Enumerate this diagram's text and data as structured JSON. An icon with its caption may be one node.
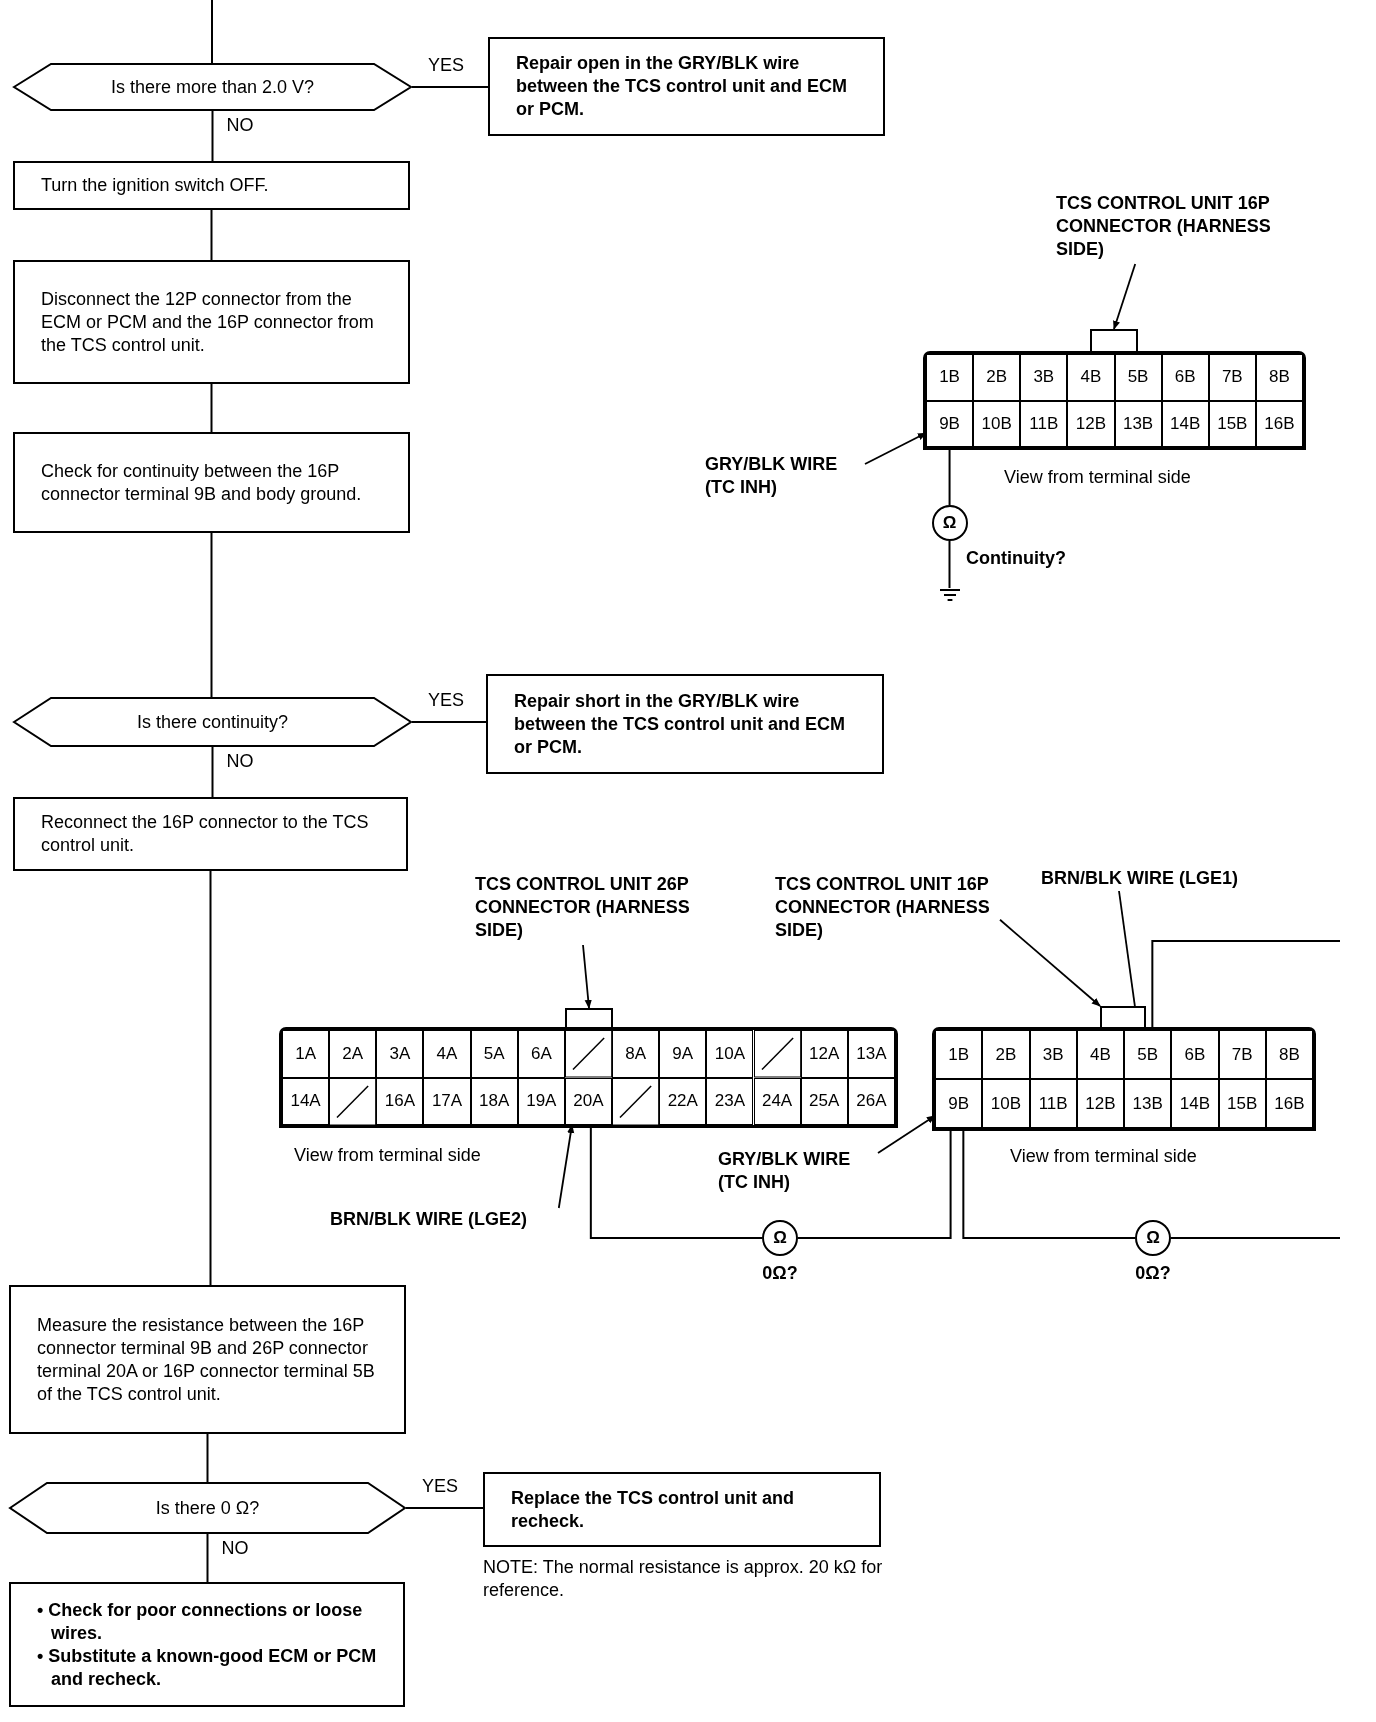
{
  "diagram": {
    "nodes": [
      {
        "text": [
          "Is there more than 2.0 V?"
        ]
      },
      {
        "text": [
          "Repair open in the GRY/BLK wire between the TCS control unit and ECM or PCM."
        ]
      },
      {
        "text": [
          "Turn the ignition switch OFF."
        ]
      },
      {
        "text": [
          "Disconnect the 12P connector from the ECM or PCM and the 16P connector from the TCS control unit."
        ]
      },
      {
        "text": [
          "Check for continuity between the 16P connector terminal 9B and body ground."
        ]
      },
      {
        "text": [
          "Is there continuity?"
        ]
      },
      {
        "text": [
          "Repair short in the GRY/BLK wire between the TCS control unit and ECM or PCM."
        ]
      },
      {
        "text": [
          "Reconnect the 16P connector to the TCS control unit."
        ]
      },
      {
        "text": [
          "Measure the resistance between the 16P connector terminal 9B and 26P connector terminal 20A or 16P connector terminal 5B of the TCS control unit."
        ]
      },
      {
        "text": [
          "Is there 0 Ω?"
        ]
      },
      {
        "text": [
          "Replace the TCS control unit and recheck."
        ],
        "beside": [
          "NOTE: The normal resistance is approx. 20 kΩ for reference."
        ]
      },
      {
        "text": [
          "• Check for poor connections or loose wires.",
          "• Substitute a known-good ECM or PCM and recheck."
        ]
      },
      {
        "text": [
          "TCS CONTROL UNIT 16P CONNECTOR (HARNESS SIDE)"
        ]
      },
      {
        "text": [],
        "shape": "box"
      },
      {
        "text": [
          "GRY/BLK WIRE (TC INH)"
        ]
      },
      {
        "text": [
          "1B",
          "2B",
          "3B",
          "4B",
          "5B",
          "6B",
          "7B",
          "8B",
          "10B",
          "11B",
          "12B",
          "13B",
          "14B",
          "15B",
          "16B"
        ],
        "beside": [
          "View from terminal side"
        ]
      },
      {
        "text": [
          "9B"
        ],
        "in": 15
      },
      {
        "text": [
          "Ω"
        ],
        "beside": [
          "Continuity?"
        ]
      },
      {
        "text": [],
        "shape": "ground"
      },
      {
        "text": [
          "TCS CONTROL UNIT 26P CONNECTOR (HARNESS SIDE)"
        ]
      },
      {
        "text": [],
        "shape": "box"
      },
      {
        "text": [
          "BRN/BLK WIRE (LGE2)"
        ]
      },
      {
        "text": [
          "1A",
          "2A",
          "3A",
          "4A",
          "5A",
          "6A",
          "8A",
          "9A",
          "10A",
          "12A",
          "13A",
          "14A",
          "16A",
          "17A",
          "18A",
          "19A",
          "22A",
          "23A",
          "24A",
          "25A",
          "26A"
        ],
        "beside": [
          "View from terminal side"
        ]
      },
      {
        "text": [
          "20A"
        ],
        "in": 22
      },
      {
        "text": [
          "TCS CONTROL UNIT 16P CONNECTOR (HARNESS SIDE)"
        ]
      },
      {
        "text": [],
        "shape": "box"
      },
      {
        "text": [
          "BRN/BLK WIRE (LGE1)"
        ]
      },
      {
        "text": [
          "1B",
          "2B",
          "3B",
          "4B",
          "6B",
          "7B",
          "8B",
          "10B",
          "11B",
          "12B",
          "13B",
          "14B",
          "15B",
          "16B"
        ],
        "beside": [
          "View from terminal side"
        ]
      },
      {
        "text": [
          "5B"
        ],
        "in": 27
      },
      {
        "text": [
          "GRY/BLK WIRE (TC INH)"
        ]
      },
      {
        "text": [
          "9B"
        ],
        "in": 27
      },
      {
        "text": [
          "Ω"
        ],
        "beside": [
          "0Ω?"
        ]
      },
      {
        "text": [
          "Ω"
        ],
        "beside": [
          "0Ω?"
        ]
      }
    ],
    "edges": [
      {
        "from": null,
        "to": 0,
        "arrow": "none"
      },
      {
        "from": 0,
        "to": 1,
        "arrow": "none",
        "label": "YES"
      },
      {
        "from": 0,
        "to": 2,
        "arrow": "none",
        "label": "NO"
      },
      {
        "from": 2,
        "to": 3,
        "arrow": "none"
      },
      {
        "from": 3,
        "to": 4,
        "arrow": "none"
      },
      {
        "from": 4,
        "to": 5,
        "arrow": "none"
      },
      {
        "from": 5,
        "to": 6,
        "arrow": "none",
        "label": "YES"
      },
      {
        "from": 5,
        "to": 7,
        "arrow": "none",
        "label": "NO"
      },
      {
        "from": 7,
        "to": 8,
        "arrow": "none"
      },
      {
        "from": 8,
        "to": 9,
        "arrow": "none"
      },
      {
        "from": 9,
        "to": 10,
        "arrow": "none",
        "label": "YES"
      },
      {
        "from": 9,
        "to": 11,
        "arrow": "none",
        "label": "NO"
      },
      {
        "from": 12,
        "to": 13,
        "arrow": "to"
      },
      {
        "from": 14,
        "to": 16,
        "arrow": "to"
      },
      {
        "from": 16,
        "to": 17,
        "arrow": "none"
      },
      {
        "from": 17,
        "to": 18,
        "arrow": "none"
      },
      {
        "from": 19,
        "to": 20,
        "arrow": "to"
      },
      {
        "from": 21,
        "to": 23,
        "arrow": "to"
      },
      {
        "from": 24,
        "to": 25,
        "arrow": "to"
      },
      {
        "from": 26,
        "to": 28,
        "arrow": "to"
      },
      {
        "from": 29,
        "to": 30,
        "arrow": "to"
      },
      {
        "from": 23,
        "to": 31,
        "arrow": "none"
      },
      {
        "from": 31,
        "to": 30,
        "arrow": "none"
      },
      {
        "from": 30,
        "to": 32,
        "arrow": "none"
      },
      {
        "from": 32,
        "to": null,
        "arrow": "none"
      },
      {
        "from": 28,
        "to": null,
        "arrow": "none"
      }
    ]
  }
}
